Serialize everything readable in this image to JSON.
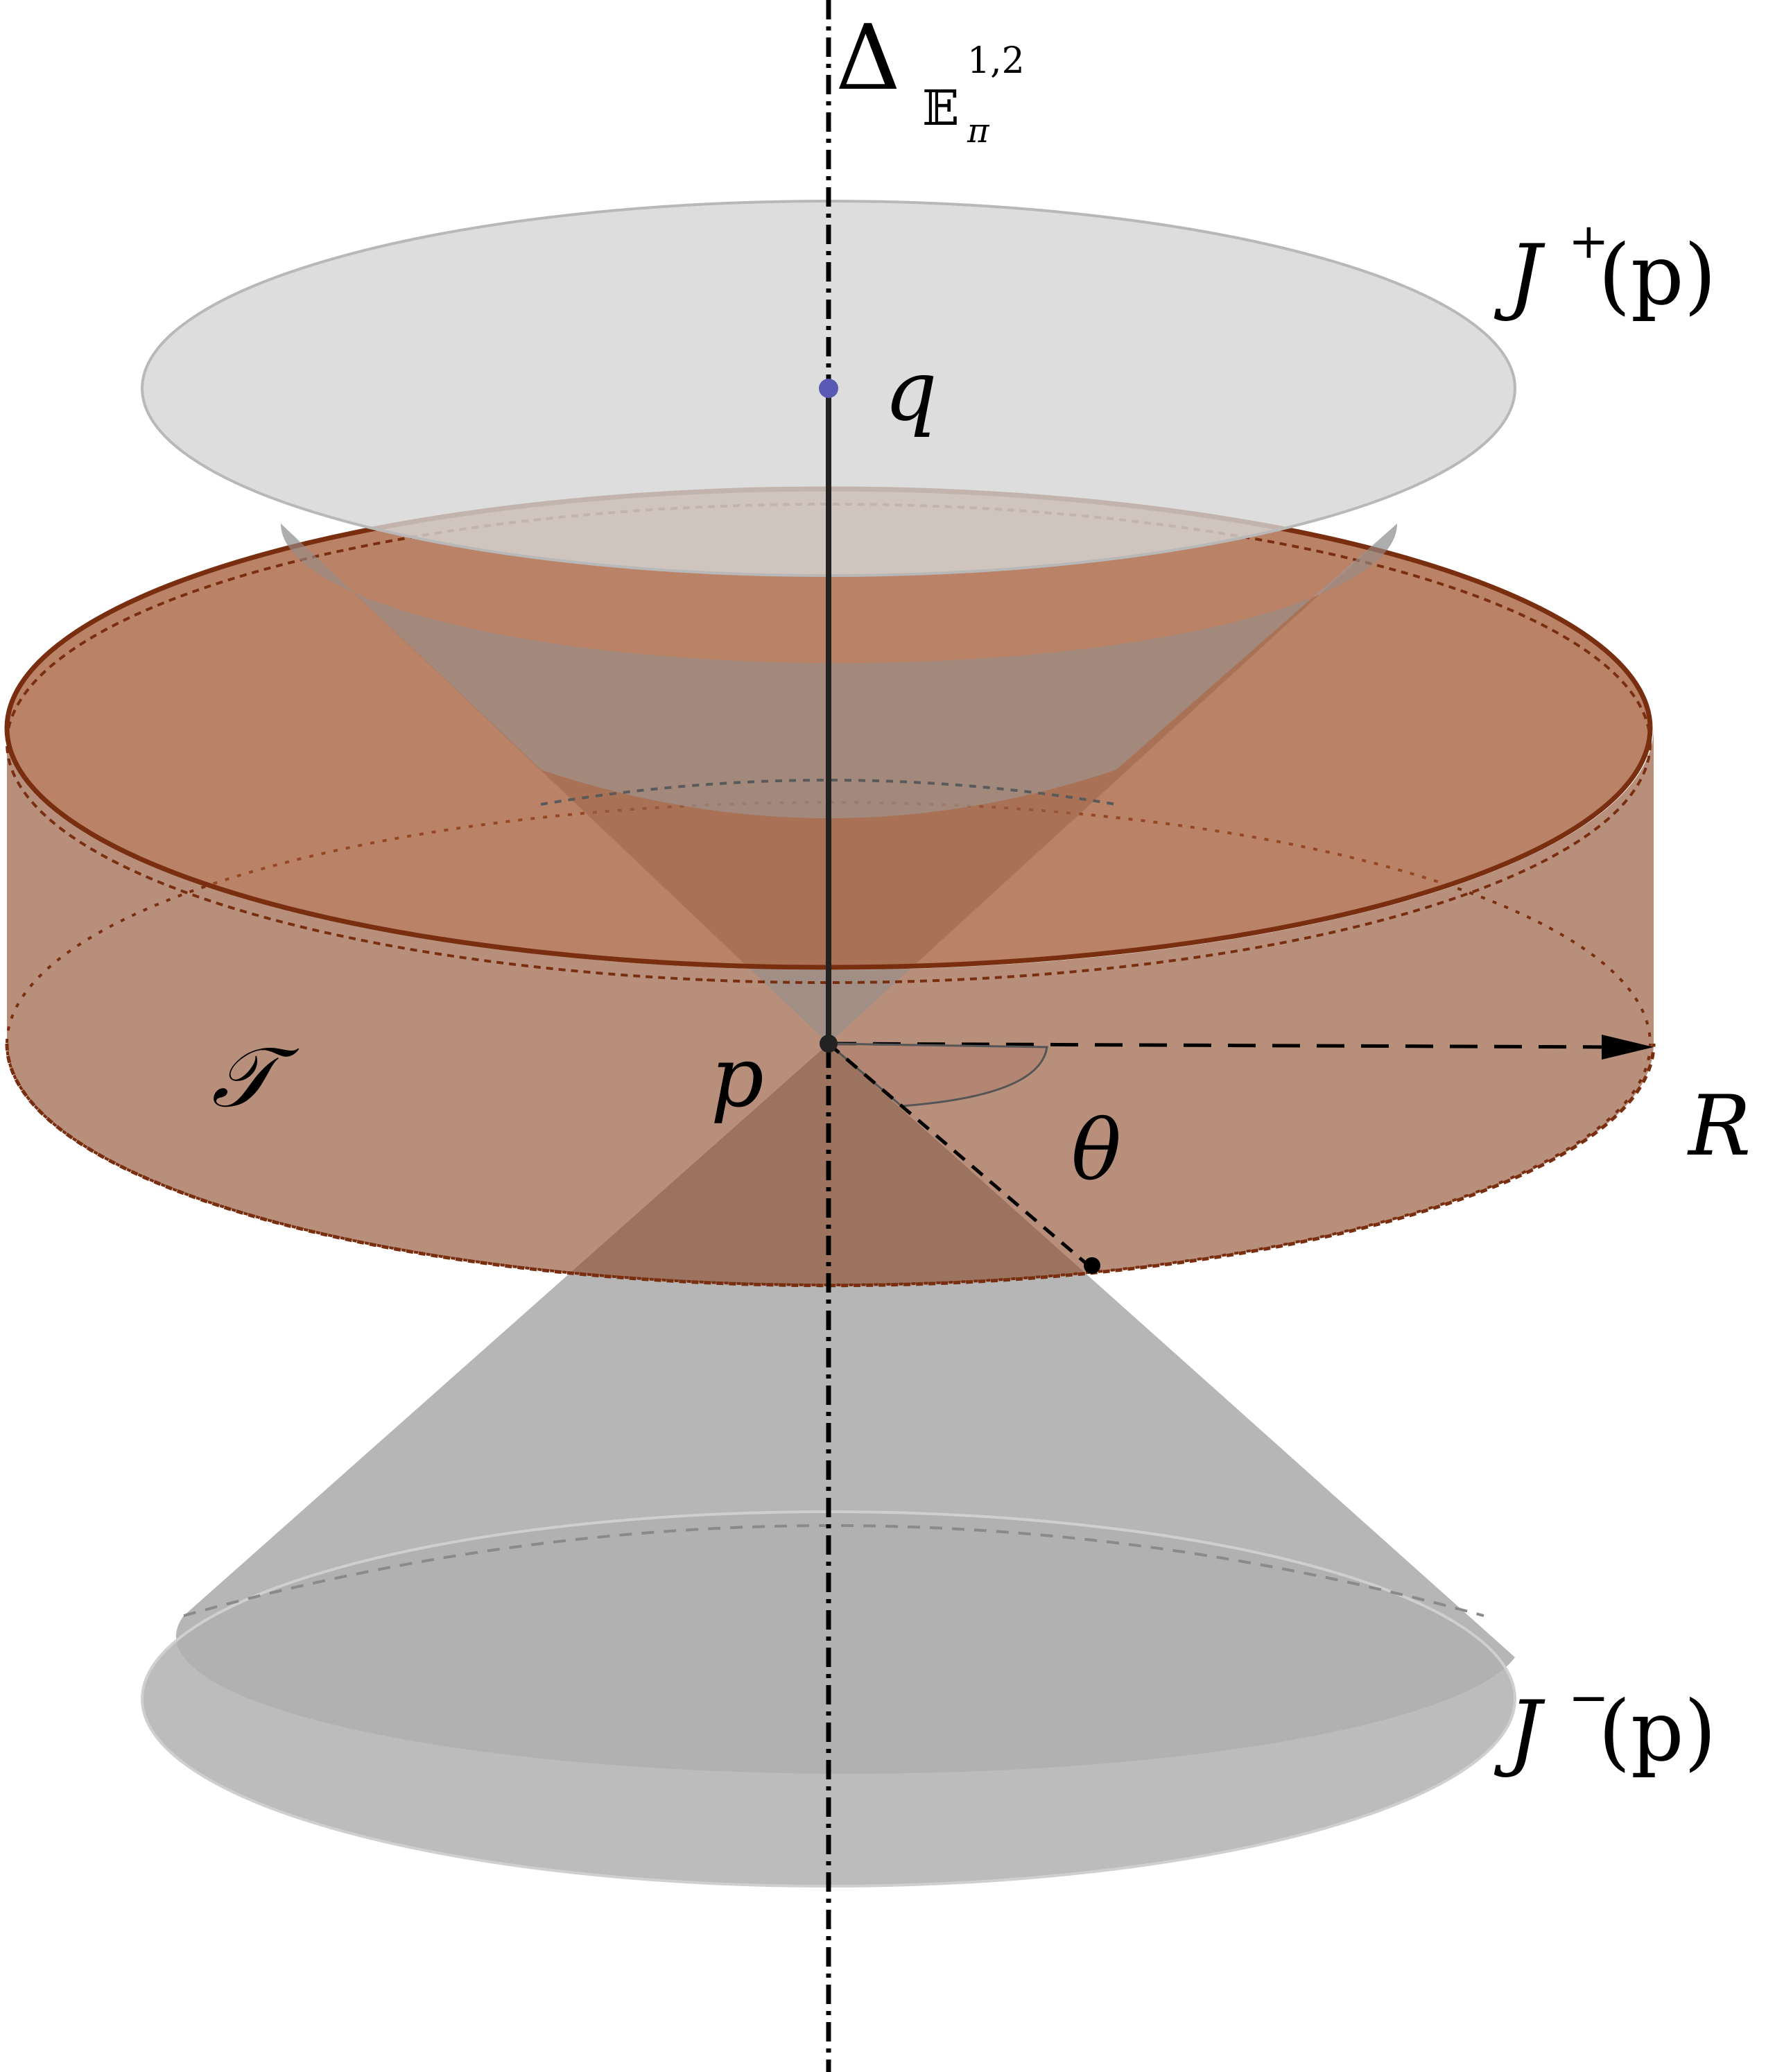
{
  "diagram": {
    "labels": {
      "axis_symbol": "Δ",
      "axis_sub": "𝔼",
      "axis_sub_lower": "π",
      "axis_sub_upper": "1,2",
      "future_cone_J": "J",
      "future_cone_sign": "+",
      "future_cone_arg": "(p)",
      "past_cone_J": "J",
      "past_cone_sign": "−",
      "past_cone_arg": "(p)",
      "point_q": "q",
      "point_p": "p",
      "region_T": "𝒯",
      "radius_R": "R",
      "angle_theta": "θ"
    },
    "colors": {
      "cone": "#9e9e9e",
      "cone_top": "#d9d9d9",
      "cylinder": "#a0522d",
      "cylinder_rim": "#7a2e10",
      "point_q": "#5a5ab4",
      "axis": "#000000"
    }
  }
}
